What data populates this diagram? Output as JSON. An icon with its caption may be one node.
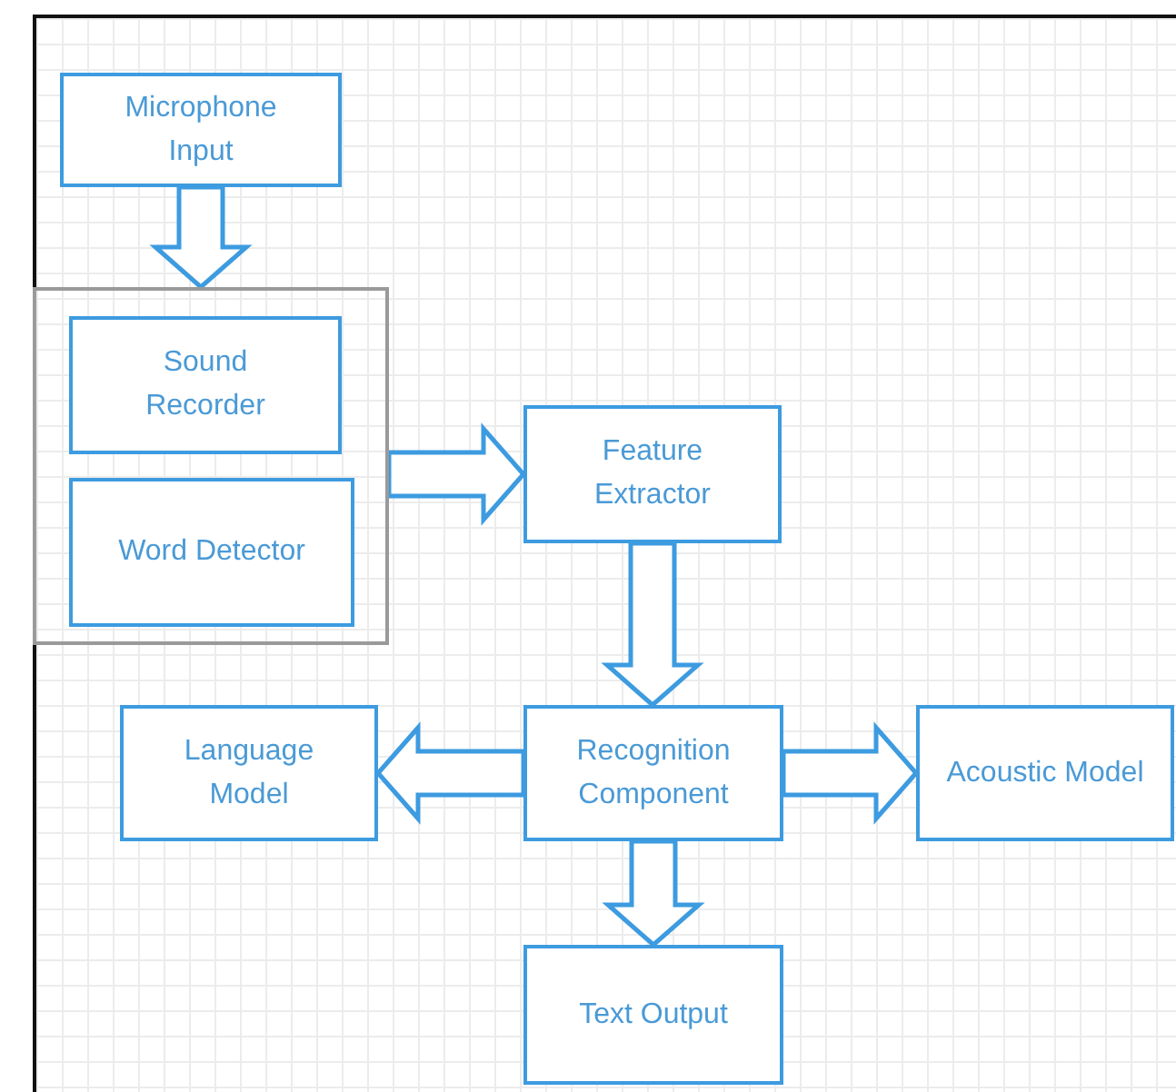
{
  "diagram": {
    "nodes": [
      {
        "text": [
          "Microphone Input"
        ]
      },
      {
        "text": [],
        "shape": "box"
      },
      {
        "text": [
          "Sound Recorder"
        ],
        "in": 1
      },
      {
        "text": [
          "Word Detector"
        ],
        "in": 1
      },
      {
        "text": [
          "Feature Extractor"
        ]
      },
      {
        "text": [
          "Recognition Component"
        ]
      },
      {
        "text": [
          "Language Model"
        ]
      },
      {
        "text": [
          "Acoustic Model"
        ]
      },
      {
        "text": [
          "Text Output"
        ]
      }
    ],
    "edges": [
      {
        "from": 0,
        "to": 1,
        "arrow": "to"
      },
      {
        "from": 1,
        "to": 4,
        "arrow": "to"
      },
      {
        "from": 4,
        "to": 5,
        "arrow": "to"
      },
      {
        "from": 5,
        "to": 6,
        "arrow": "to"
      },
      {
        "from": 5,
        "to": 7,
        "arrow": "to"
      },
      {
        "from": 5,
        "to": 8,
        "arrow": "to"
      }
    ]
  }
}
